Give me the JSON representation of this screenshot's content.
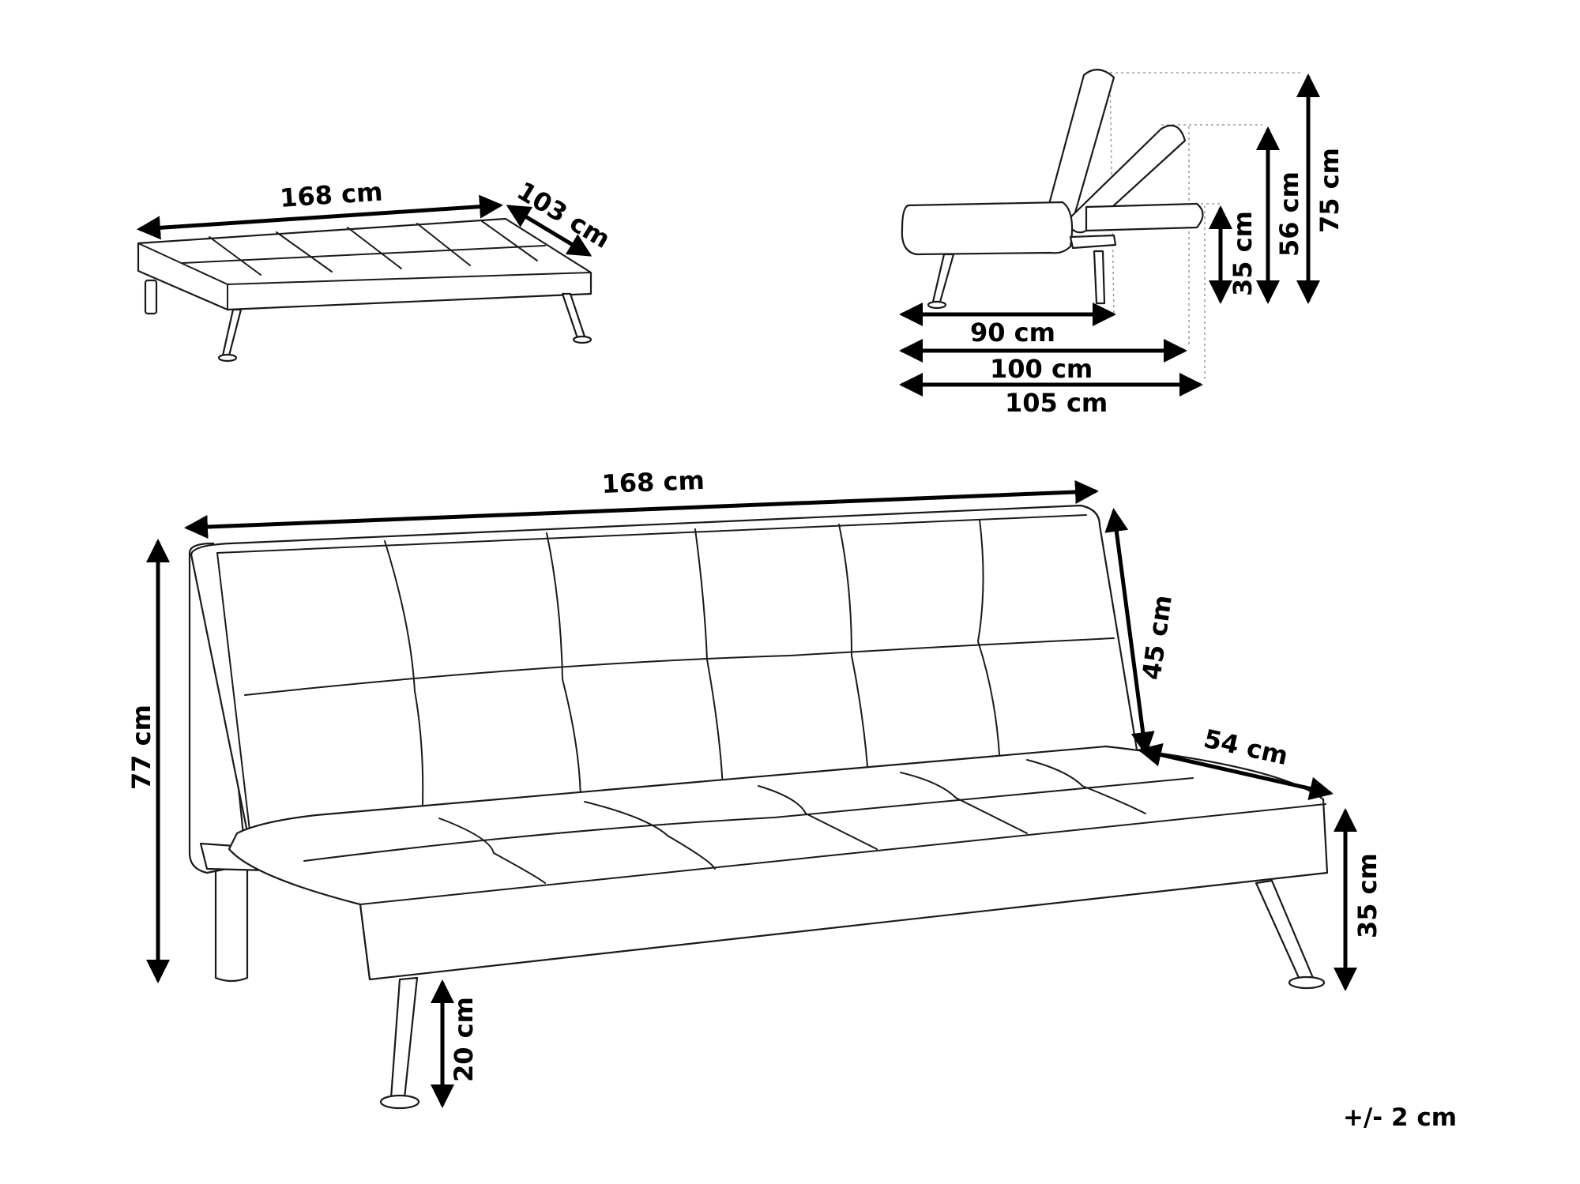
{
  "top_view": {
    "width_label": "168 cm",
    "depth_label": "103 cm"
  },
  "side_view": {
    "seat_depth_label": "90 cm",
    "mid_depth_label": "100 cm",
    "full_depth_label": "105 cm",
    "flat_height_label": "35 cm",
    "mid_height_label": "56 cm",
    "full_height_label": "75 cm"
  },
  "front_view": {
    "width_label": "168 cm",
    "height_label": "77 cm",
    "back_height_label": "45 cm",
    "seat_depth_label": "54 cm",
    "seat_height_label": "35 cm",
    "leg_height_label": "20 cm"
  },
  "tolerance_note": "+/- 2 cm"
}
